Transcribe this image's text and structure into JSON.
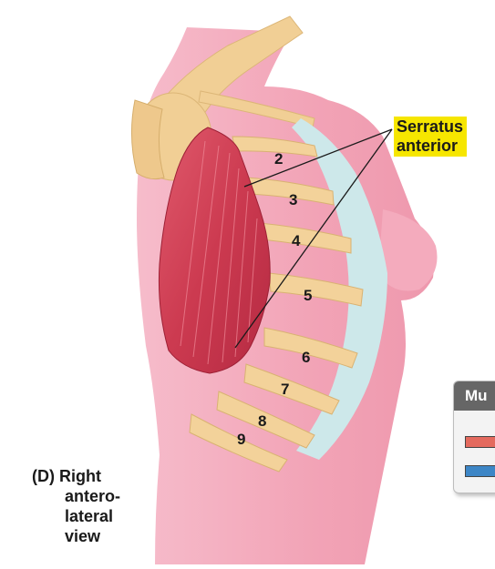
{
  "muscle_label": {
    "line1": "Serratus",
    "line2": "anterior"
  },
  "view_caption": {
    "line1": "(D) Right",
    "line2": "antero-",
    "line3": "lateral",
    "line4": "view"
  },
  "rib_numbers": [
    "2",
    "3",
    "4",
    "5",
    "6",
    "7",
    "8",
    "9"
  ],
  "legend": {
    "title": "Mu"
  },
  "colors": {
    "skin": "#f2a6b8",
    "bone": "#f3d29a",
    "cartilage": "#cde8ea",
    "muscle": "#d8445a",
    "label_highlight": "#f6e600",
    "legend_red": "#e46a5e",
    "legend_blue": "#3d86c6"
  }
}
